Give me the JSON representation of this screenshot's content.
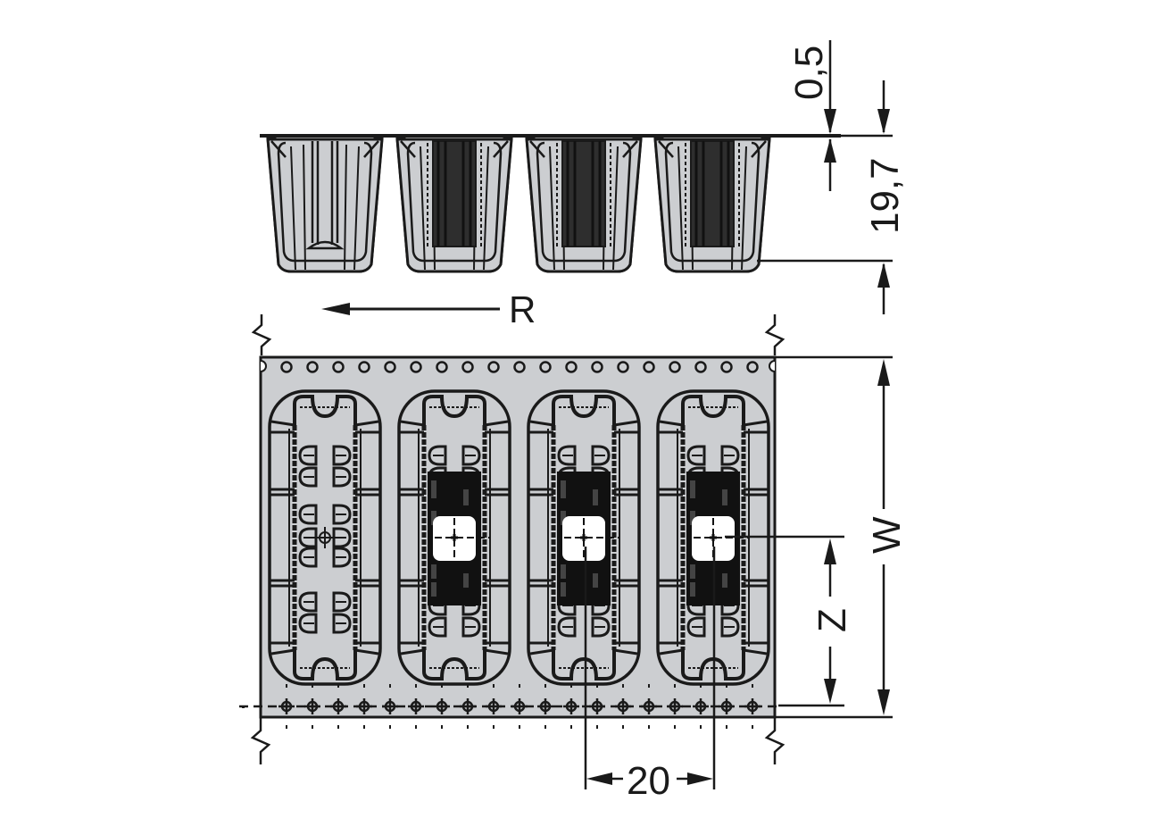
{
  "diagram": {
    "title": "Carrier tape packaging drawing",
    "colors": {
      "line": "#1a1a1a",
      "tape_fill": "#ccced1",
      "dark_component": "#2e2e2e",
      "window": "#ffffff",
      "background": "#ffffff"
    },
    "side_view": {
      "pocket_count": 4,
      "pockets_with_component": [
        false,
        true,
        true,
        true
      ]
    },
    "top_view": {
      "pocket_count": 4,
      "pockets_with_component": [
        false,
        true,
        true,
        true
      ],
      "sprocket_hole_count": 20
    },
    "dimensions": {
      "cover_thickness": "0,5",
      "pocket_depth": "19,7",
      "pitch": "20",
      "width": "W",
      "center_offset": "Z",
      "reel_direction": "R"
    }
  }
}
